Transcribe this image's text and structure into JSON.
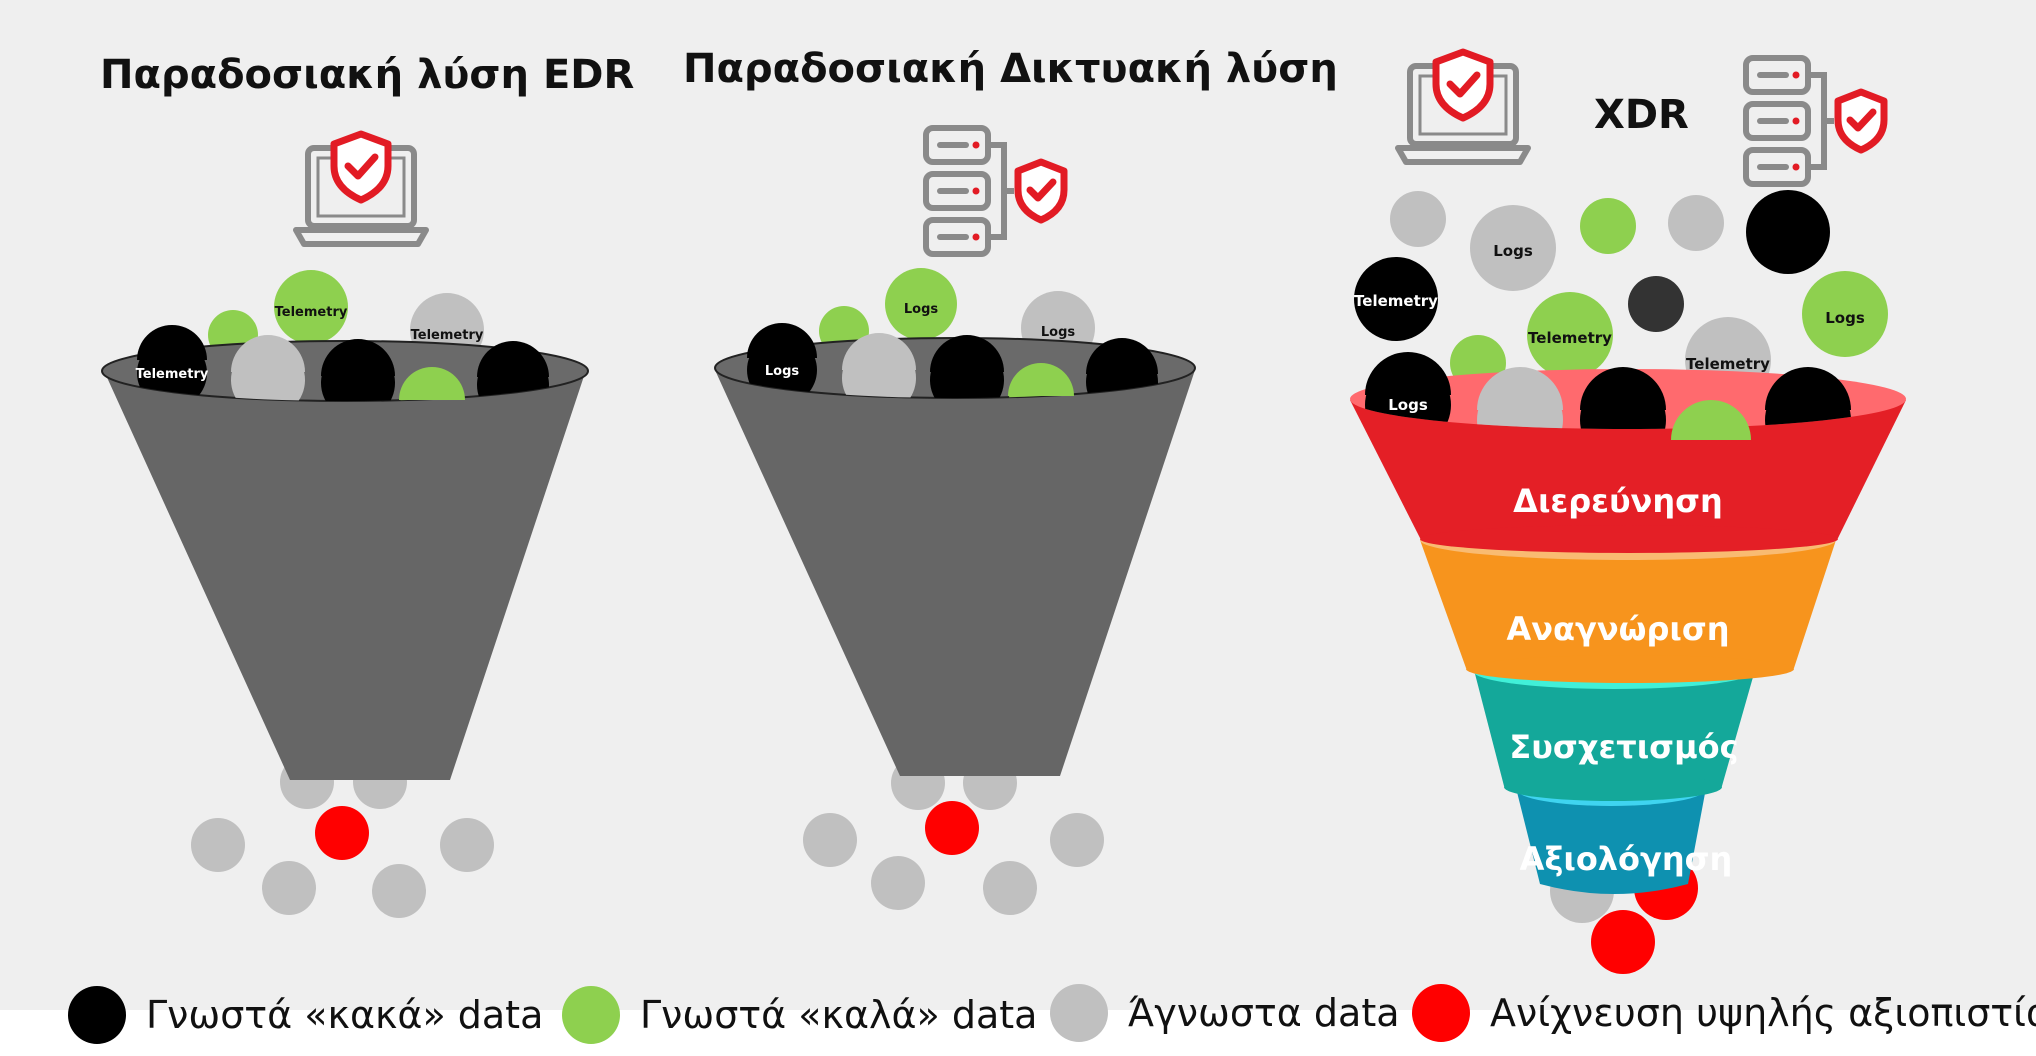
{
  "titles": {
    "edr": "Παραδοσιακή λύση  EDR",
    "network": "Παραδοσιακή Δικτυακή λύση",
    "xdr": "XDR"
  },
  "bubble_labels": {
    "telemetry": "Telemetry",
    "logs": "Logs"
  },
  "funnel_stages": [
    "Διερεύνηση",
    "Αναγνώριση",
    "Συσχετισμός",
    "Αξιολόγηση"
  ],
  "legend": [
    {
      "label": "Γνωστά «κακά» data",
      "color": "#000000"
    },
    {
      "label": "Γνωστά «καλά» data",
      "color": "#8ed04f"
    },
    {
      "label": "Άγνωστα data",
      "color": "#c0c0c0"
    },
    {
      "label": "Ανίχνευση υψηλής αξιοπιστίας",
      "color": "#ff0000"
    }
  ],
  "colors": {
    "known_bad": "#000000",
    "known_good": "#8ed04f",
    "unknown": "#c0c0c0",
    "high_fidelity": "#ff0000",
    "traditional_funnel": "#666666",
    "stage_1": "#e41f26",
    "stage_2": "#f7941d",
    "stage_3": "#14a89a",
    "stage_4": "#0e91b0",
    "shield": "#e21b24",
    "icon_gray": "#8a8a8a"
  },
  "icons": [
    "laptop-shield-icon",
    "server-shield-icon"
  ]
}
